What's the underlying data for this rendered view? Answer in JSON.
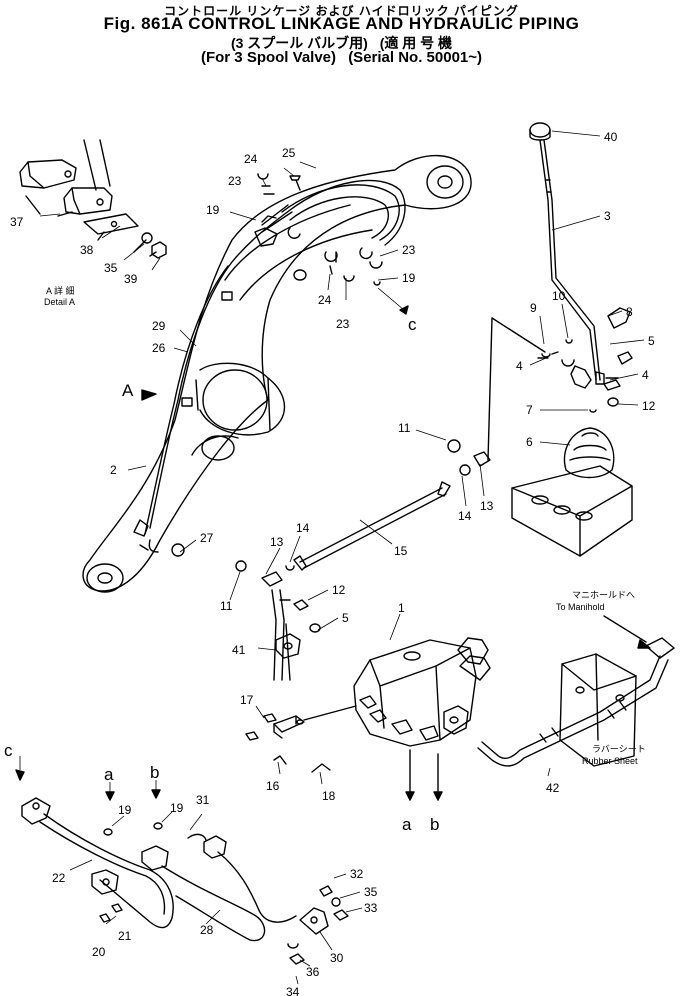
{
  "header": {
    "jp_title": "コントロール リンケージ および ハイドロリック パイピング",
    "figure_title": "Fig. 861A CONTROL LINKAGE AND HYDRAULIC PIPING",
    "spec_jp": "(3 スプール バルブ用)",
    "serial_jp": "(適 用 号 機",
    "spec_en": "(For 3 Spool Valve)",
    "serial_en": "(Serial No. 50001~)"
  },
  "notes": {
    "detail_jp": "A 詳 細",
    "detail_en": "Detail A",
    "manifold_jp": "マニホールドへ",
    "manifold_en": "To Manihold",
    "rubber_jp": "ラバーシート",
    "rubber_en": "Rubber Sheet",
    "arrow_a": "A"
  },
  "callouts": {
    "n1": "1",
    "n2": "2",
    "n3": "3",
    "n4": "4",
    "n5": "5",
    "n6": "6",
    "n7": "7",
    "n8": "8",
    "n9": "9",
    "n10": "10",
    "n11": "11",
    "n12": "12",
    "n13": "13",
    "n14": "14",
    "n15": "15",
    "n16": "16",
    "n17": "17",
    "n18": "18",
    "n19": "19",
    "n20": "20",
    "n21": "21",
    "n22": "22",
    "n23": "23",
    "n24": "24",
    "n25": "25",
    "n26": "26",
    "n27": "27",
    "n28": "28",
    "n29": "29",
    "n30": "30",
    "n31": "31",
    "n32": "32",
    "n33": "33",
    "n34": "34",
    "n35": "35",
    "n36": "36",
    "n37": "37",
    "n38": "38",
    "n39": "39",
    "n40": "40",
    "n41": "41",
    "n42": "42"
  },
  "letters": {
    "a": "a",
    "b": "b",
    "c": "c"
  }
}
